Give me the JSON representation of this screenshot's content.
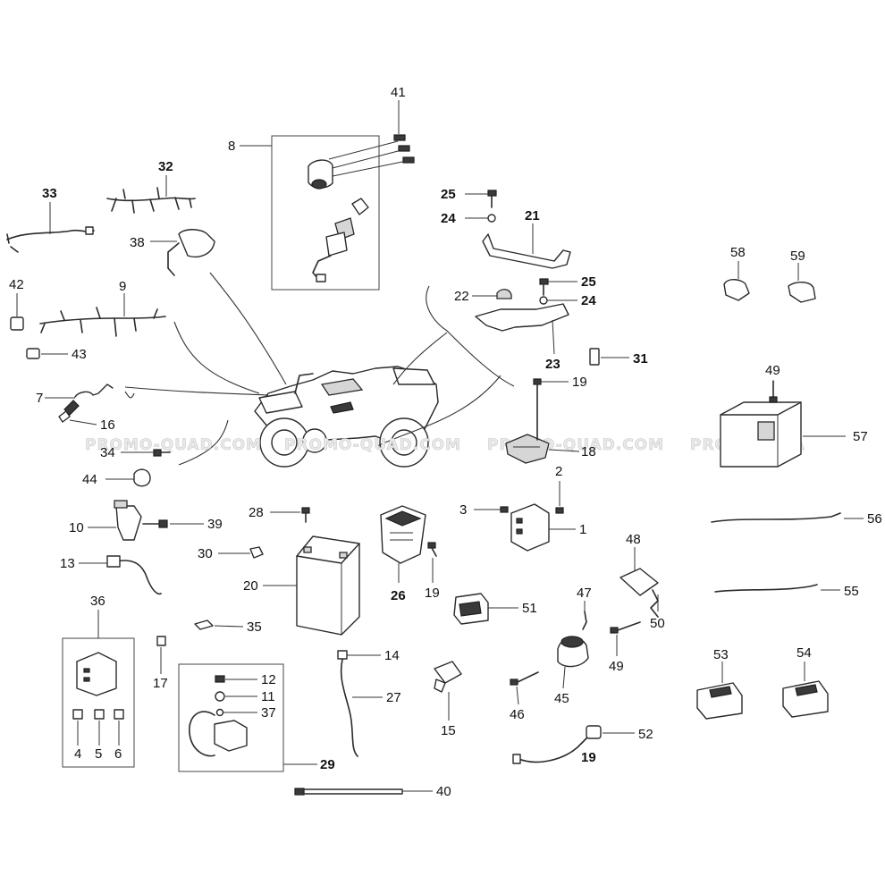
{
  "watermark": "PROMO-QUAD.COM",
  "watermark_partial": "PROMO-QUA",
  "callouts": {
    "p1": "1",
    "p2": "2",
    "p3": "3",
    "p4": "4",
    "p5": "5",
    "p6": "6",
    "p7": "7",
    "p8": "8",
    "p9": "9",
    "p10": "10",
    "p11": "11",
    "p12": "12",
    "p13": "13",
    "p14": "14",
    "p15": "15",
    "p16": "16",
    "p17": "17",
    "p18": "18",
    "p19": "19",
    "p20": "20",
    "p21": "21",
    "p22": "22",
    "p23": "23",
    "p24": "24",
    "p25": "25",
    "p26": "26",
    "p27": "27",
    "p28": "28",
    "p29": "29",
    "p30": "30",
    "p31": "31",
    "p32": "32",
    "p33": "33",
    "p34": "34",
    "p35": "35",
    "p36": "36",
    "p37": "37",
    "p38": "38",
    "p39": "39",
    "p40": "40",
    "p41": "41",
    "p42": "42",
    "p43": "43",
    "p44": "44",
    "p45": "45",
    "p46": "46",
    "p47": "47",
    "p48": "48",
    "p49": "49",
    "p50": "50",
    "p51": "51",
    "p52": "52",
    "p53": "53",
    "p54": "54",
    "p55": "55",
    "p56": "56",
    "p57": "57",
    "p58": "58",
    "p59": "59"
  }
}
